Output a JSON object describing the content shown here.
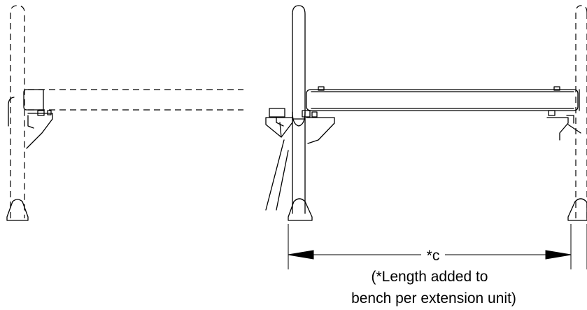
{
  "dimension": {
    "symbol": "*c"
  },
  "caption": {
    "line1": "(*Length added to",
    "line2": "bench per extension unit)"
  }
}
